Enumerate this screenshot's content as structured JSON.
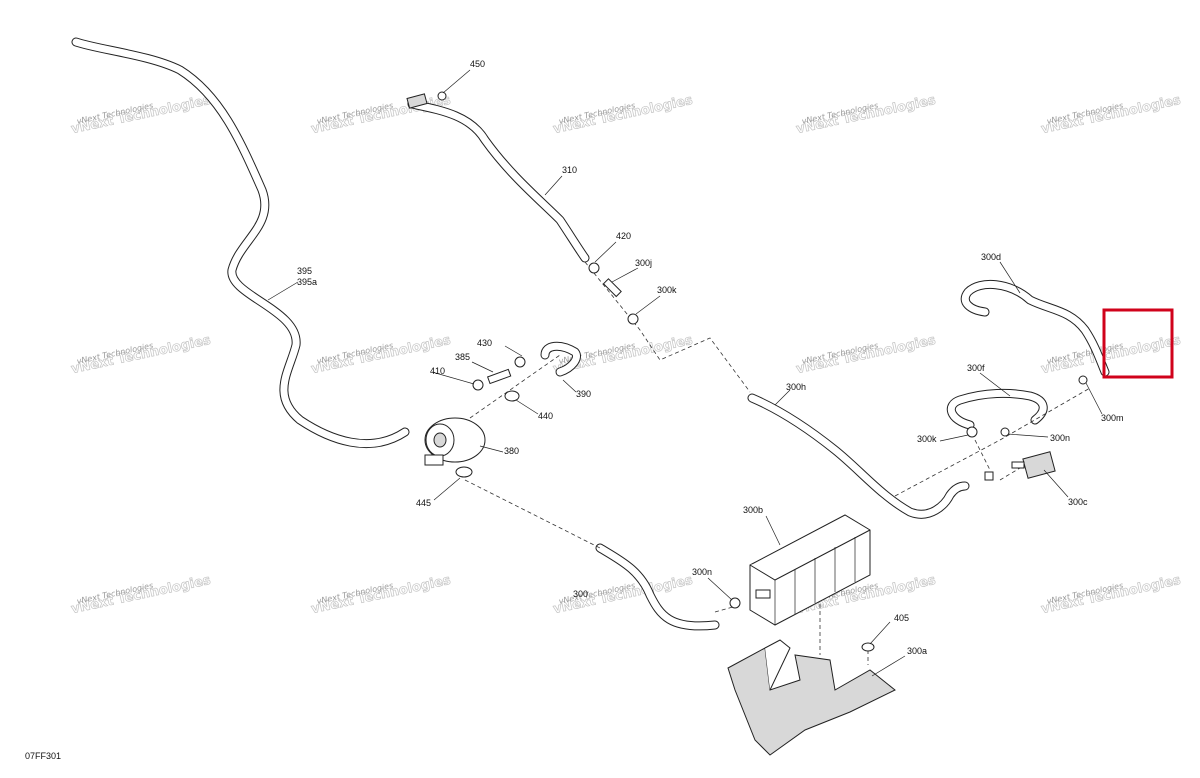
{
  "drawing_id": "07FF301",
  "watermark": {
    "line1": "vNext Technologies",
    "line2": "vNext Technologies"
  },
  "part_labels": {
    "p450": "450",
    "p310": "310",
    "p420": "420",
    "p300j": "300j",
    "p300k_top": "300k",
    "p395": "395",
    "p395a": "395a",
    "p430": "430",
    "p385": "385",
    "p410": "410",
    "p390": "390",
    "p440": "440",
    "p380": "380",
    "p445": "445",
    "p300h": "300h",
    "p300d": "300d",
    "p300f": "300f",
    "p300m": "300m",
    "p300k_right": "300k",
    "p300n_right": "300n",
    "p300c": "300c",
    "p300b": "300b",
    "p300n_bottom": "300n",
    "p300_left": "300",
    "p405": "405",
    "p300a": "300a"
  },
  "highlight": {
    "color": "#d0021b"
  }
}
